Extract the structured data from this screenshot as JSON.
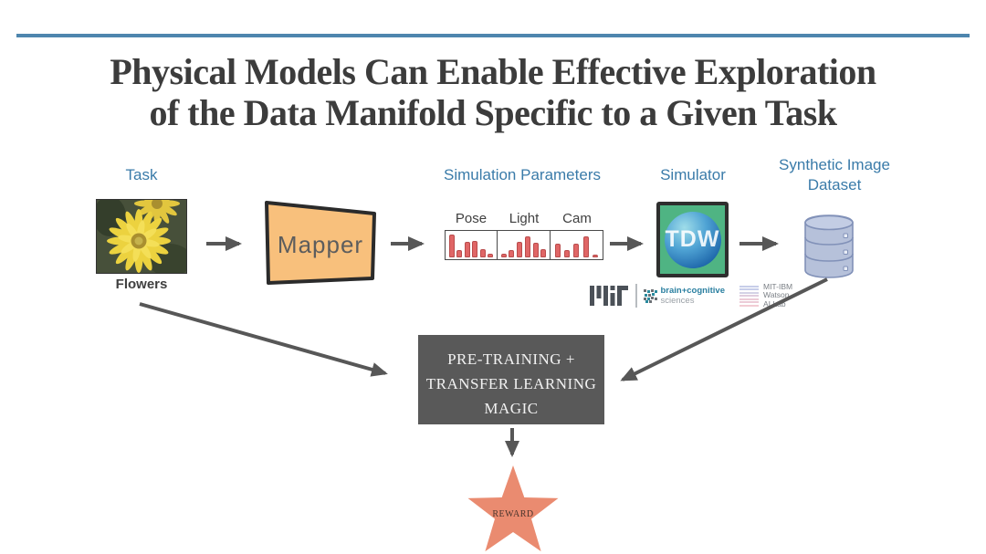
{
  "slide": {
    "title": {
      "line1": "Physical Models Can Enable Effective Exploration",
      "line2": "of the Data Manifold Specific to a Given Task"
    }
  },
  "flow": {
    "task": {
      "label": "Task",
      "caption": "Flowers"
    },
    "mapper": {
      "label": "Mapper"
    },
    "sim_params": {
      "label": "Simulation Parameters",
      "groups": [
        {
          "name": "Pose",
          "bars": [
            0.92,
            0.3,
            0.62,
            0.66,
            0.33,
            0.14
          ]
        },
        {
          "name": "Light",
          "bars": [
            0.14,
            0.3,
            0.62,
            0.85,
            0.6,
            0.35
          ]
        },
        {
          "name": "Cam",
          "bars": [
            0.55,
            0.3,
            0.55,
            0.85,
            0.12
          ]
        }
      ]
    },
    "simulator": {
      "label": "Simulator",
      "logo_text": "TDW"
    },
    "dataset": {
      "label_line1": "Synthetic Image",
      "label_line2": "Dataset"
    }
  },
  "logos": {
    "mit": {
      "name": "MIT"
    },
    "bcs": {
      "line1": "brain+cognitive",
      "line2": "sciences"
    },
    "mit_ibm": {
      "line1": "MIT-IBM",
      "line2": "Watson",
      "line3": "AI Lab"
    }
  },
  "outcome": {
    "box": {
      "line1": "PRE-TRAINING +",
      "line2": "TRANSFER LEARNING",
      "line3": "MAGIC"
    },
    "star": {
      "label": "REWARD"
    }
  },
  "colors": {
    "accent-blue": "#3a7ba9",
    "title-gray": "#3c3c3c",
    "arrow-gray": "#575757",
    "mapper-orange": "#f8c07c",
    "bar-red": "#e06666",
    "bar-red-border": "#b94c4c",
    "tdw-green": "#4fb483",
    "db-fill": "#b6c1da",
    "db-stroke": "#8191b8",
    "dark-box": "#595959",
    "star-salmon": "#ea8b70",
    "top-rule-blue": "#4e86ae",
    "bcs-teal": "#2a7fa0",
    "logo-gray": "#4b5158"
  }
}
